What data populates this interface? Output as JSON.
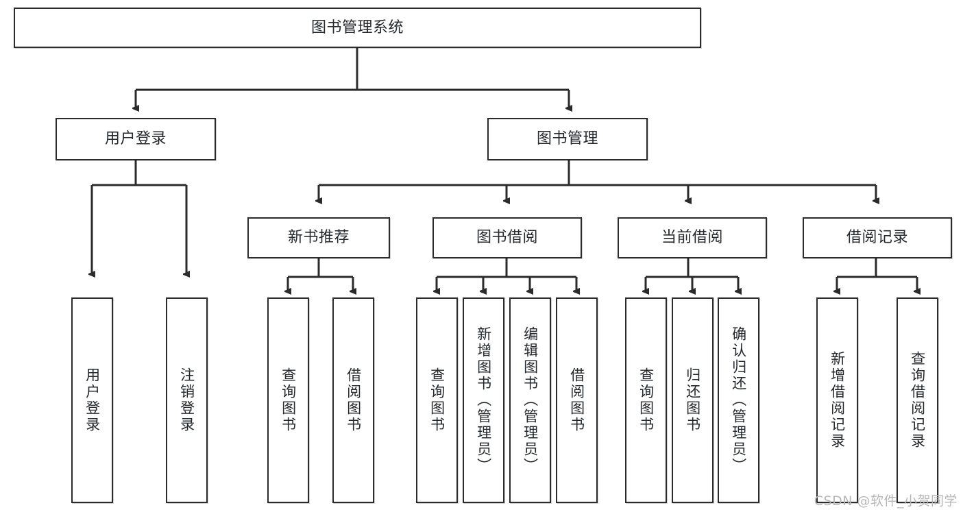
{
  "diagram": {
    "title": "图书管理系统",
    "type": "tree",
    "watermark": "CSDN @软件_小贺同学",
    "colors": {
      "box_border": "#2b2b2b",
      "box_fill": "#ffffff",
      "connector": "#2b2b2b",
      "text": "#24292e",
      "watermark": "#b7b7b7"
    },
    "nodes": {
      "root": {
        "label": "图书管理系统",
        "level": 1
      },
      "user_login": {
        "label": "用户登录",
        "level": 2
      },
      "book_manage": {
        "label": "图书管理",
        "level": 2
      },
      "new_book_rec": {
        "label": "新书推荐",
        "level": 3
      },
      "book_borrow": {
        "label": "图书借阅",
        "level": 3
      },
      "current_borrow": {
        "label": "当前借阅",
        "level": 3
      },
      "borrow_record": {
        "label": "借阅记录",
        "level": 3
      },
      "leaf_user_login": {
        "label": "用户登录",
        "level": 4
      },
      "leaf_logout": {
        "label": "注销登录",
        "level": 4
      },
      "leaf_query_book_1": {
        "label": "查询图书",
        "level": 4
      },
      "leaf_borrow_book_1": {
        "label": "借阅图书",
        "level": 4
      },
      "leaf_query_book_2": {
        "label": "查询图书",
        "level": 4
      },
      "leaf_add_book": {
        "label": "新增图书（管理员）",
        "level": 4
      },
      "leaf_edit_book": {
        "label": "编辑图书（管理员）",
        "level": 4
      },
      "leaf_borrow_book_2": {
        "label": "借阅图书",
        "level": 4
      },
      "leaf_query_book_3": {
        "label": "查询图书",
        "level": 4
      },
      "leaf_return_book": {
        "label": "归还图书",
        "level": 4
      },
      "leaf_confirm_return": {
        "label": "确认归还（管理员）",
        "level": 4
      },
      "leaf_add_record": {
        "label": "新增借阅记录",
        "level": 4
      },
      "leaf_query_record": {
        "label": "查询借阅记录",
        "level": 4
      }
    }
  }
}
